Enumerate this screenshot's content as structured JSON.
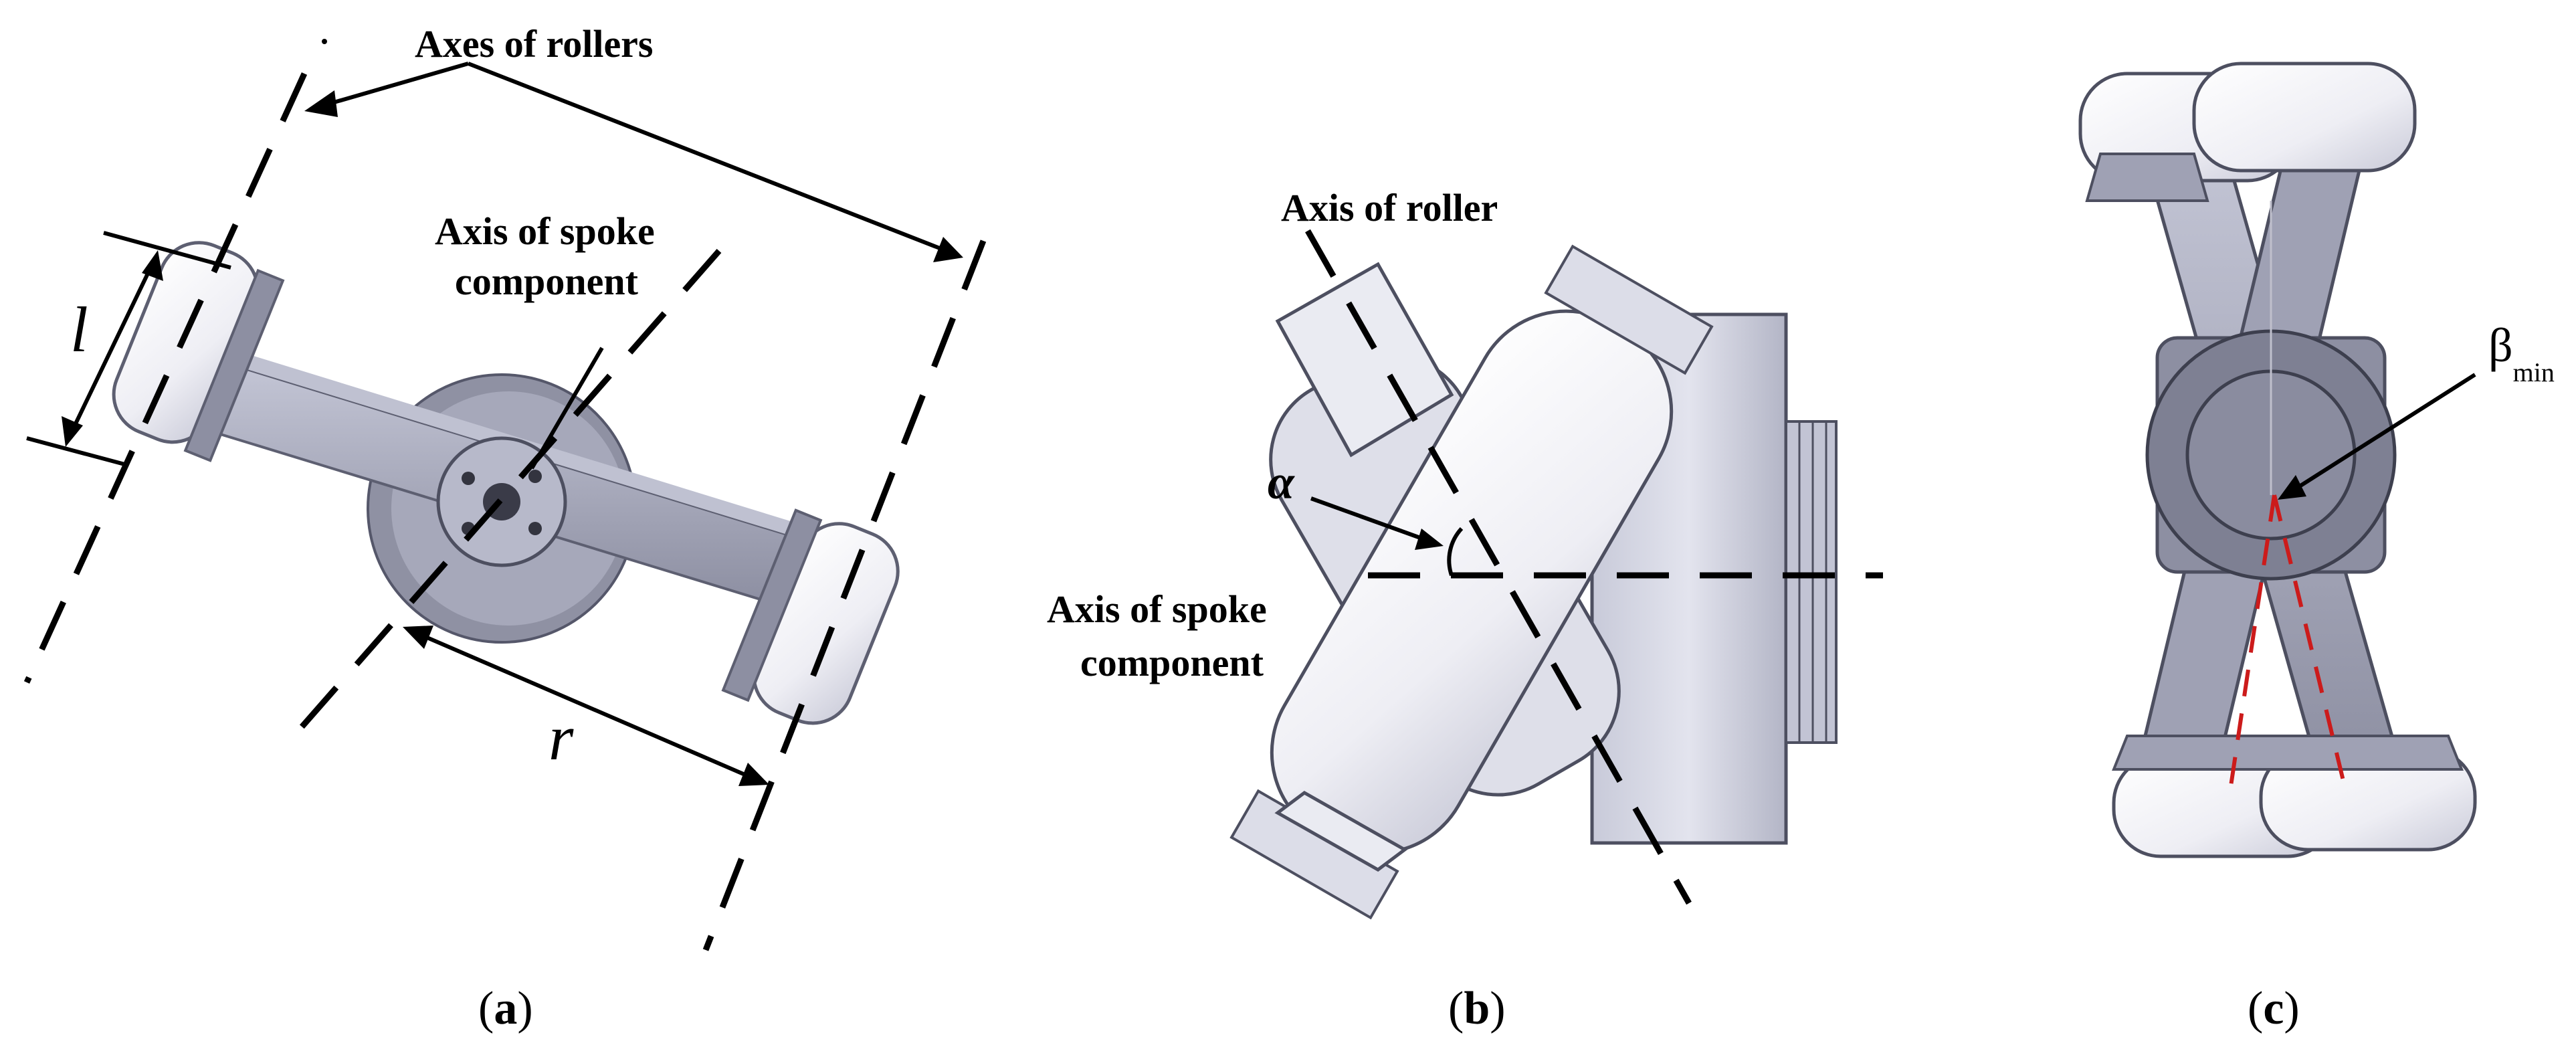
{
  "panel_a": {
    "caption_open": "(",
    "caption_letter": "a",
    "caption_close": ")",
    "label_axes_of_rollers": "Axes of rollers",
    "label_axis_spoke_line1": "Axis of spoke",
    "label_axis_spoke_line2": "component",
    "symbol_l": "l",
    "symbol_r": "r"
  },
  "panel_b": {
    "caption_open": "(",
    "caption_letter": "b",
    "caption_close": ")",
    "label_axis_of_roller": "Axis of roller",
    "label_axis_spoke_line1": "Axis of spoke",
    "label_axis_spoke_line2": "component",
    "symbol_alpha": "α"
  },
  "panel_c": {
    "caption_open": "(",
    "caption_letter": "c",
    "caption_close": ")",
    "symbol_beta": "β",
    "symbol_beta_sub": "min"
  },
  "colors": {
    "metal_light": "#d7d8e6",
    "metal_mid": "#a9abbd",
    "metal_dark": "#6d6f80",
    "roller_white": "#f4f4f8",
    "red_dash": "#cc1b1b"
  }
}
